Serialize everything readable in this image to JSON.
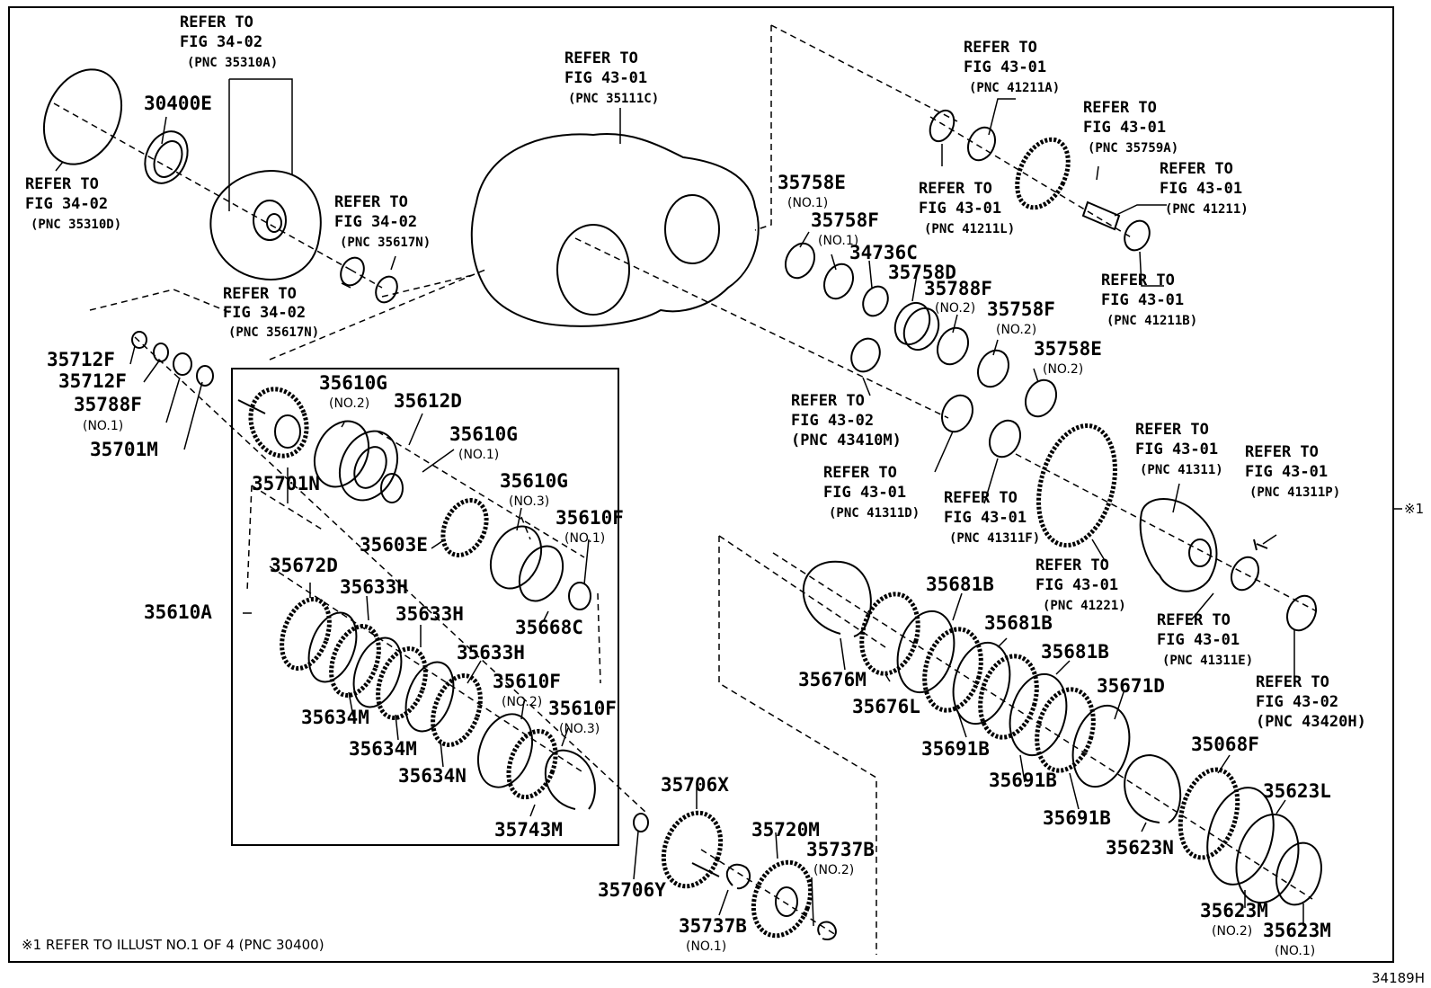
{
  "diagram_code": "34189H",
  "footnote": "※1 REFER TO ILLUST NO.1 OF 4 (PNC 30400)",
  "side_marker": "※1",
  "callouts": [
    {
      "id": "ref-35310a",
      "lines": [
        "REFER TO",
        "FIG 34-02",
        "(PNC 35310A)"
      ]
    },
    {
      "id": "ref-35310d",
      "lines": [
        "REFER TO",
        "FIG 34-02",
        "(PNC 35310D)"
      ]
    },
    {
      "id": "ref-35617n-a",
      "lines": [
        "REFER TO",
        "FIG 34-02",
        "(PNC 35617N)"
      ]
    },
    {
      "id": "ref-35617n-b",
      "lines": [
        "REFER TO",
        "FIG 34-02",
        "(PNC 35617N)"
      ]
    },
    {
      "id": "ref-35111c",
      "lines": [
        "REFER TO",
        "FIG 43-01",
        "(PNC 35111C)"
      ]
    },
    {
      "id": "ref-41211a",
      "lines": [
        "REFER TO",
        "FIG 43-01",
        "(PNC 41211A)"
      ]
    },
    {
      "id": "ref-35759a",
      "lines": [
        "REFER TO",
        "FIG 43-01",
        "(PNC 35759A)"
      ]
    },
    {
      "id": "ref-41211l",
      "lines": [
        "REFER TO",
        "FIG 43-01",
        "(PNC 41211L)"
      ]
    },
    {
      "id": "ref-41211",
      "lines": [
        "REFER TO",
        "FIG 43-01",
        "(PNC 41211)"
      ]
    },
    {
      "id": "ref-41211b",
      "lines": [
        "REFER TO",
        "FIG 43-01",
        "(PNC 41211B)"
      ]
    },
    {
      "id": "ref-43410m",
      "lines": [
        "REFER TO",
        "FIG 43-02",
        "(PNC 43410M)"
      ]
    },
    {
      "id": "ref-41311d",
      "lines": [
        "REFER TO",
        "FIG 43-01",
        "(PNC 41311D)"
      ]
    },
    {
      "id": "ref-41311f",
      "lines": [
        "REFER TO",
        "FIG 43-01",
        "(PNC 41311F)"
      ]
    },
    {
      "id": "ref-41311",
      "lines": [
        "REFER TO",
        "FIG 43-01",
        "(PNC 41311)"
      ]
    },
    {
      "id": "ref-41311p",
      "lines": [
        "REFER TO",
        "FIG 43-01",
        "(PNC 41311P)"
      ]
    },
    {
      "id": "ref-41221",
      "lines": [
        "REFER TO",
        "FIG 43-01",
        "(PNC 41221)"
      ]
    },
    {
      "id": "ref-41311e",
      "lines": [
        "REFER TO",
        "FIG 43-01",
        "(PNC 41311E)"
      ]
    },
    {
      "id": "ref-43420h",
      "lines": [
        "REFER TO",
        "FIG 43-02",
        "(PNC 43420H)"
      ]
    }
  ],
  "part_labels": [
    {
      "pn": "30400E",
      "no": ""
    },
    {
      "pn": "35712F",
      "no": ""
    },
    {
      "pn": "35712F",
      "no": ""
    },
    {
      "pn": "35788F",
      "no": "(NO.1)"
    },
    {
      "pn": "35701M",
      "no": ""
    },
    {
      "pn": "35701N",
      "no": ""
    },
    {
      "pn": "35610G",
      "no": "(NO.2)"
    },
    {
      "pn": "35612D",
      "no": ""
    },
    {
      "pn": "35610G",
      "no": "(NO.1)"
    },
    {
      "pn": "35610G",
      "no": "(NO.3)"
    },
    {
      "pn": "35603E",
      "no": ""
    },
    {
      "pn": "35610F",
      "no": "(NO.1)"
    },
    {
      "pn": "35668C",
      "no": ""
    },
    {
      "pn": "35610A",
      "no": ""
    },
    {
      "pn": "35672D",
      "no": ""
    },
    {
      "pn": "35633H",
      "no": ""
    },
    {
      "pn": "35633H",
      "no": ""
    },
    {
      "pn": "35633H",
      "no": ""
    },
    {
      "pn": "35634M",
      "no": ""
    },
    {
      "pn": "35634M",
      "no": ""
    },
    {
      "pn": "35634N",
      "no": ""
    },
    {
      "pn": "35610F",
      "no": "(NO.2)"
    },
    {
      "pn": "35610F",
      "no": "(NO.3)"
    },
    {
      "pn": "35743M",
      "no": ""
    },
    {
      "pn": "35706X",
      "no": ""
    },
    {
      "pn": "35706Y",
      "no": ""
    },
    {
      "pn": "35737B",
      "no": "(NO.1)"
    },
    {
      "pn": "35720M",
      "no": ""
    },
    {
      "pn": "35737B",
      "no": "(NO.2)"
    },
    {
      "pn": "35758E",
      "no": "(NO.1)"
    },
    {
      "pn": "35758F",
      "no": "(NO.1)"
    },
    {
      "pn": "34736C",
      "no": ""
    },
    {
      "pn": "35758D",
      "no": ""
    },
    {
      "pn": "35788F",
      "no": "(NO.2)"
    },
    {
      "pn": "35758F",
      "no": "(NO.2)"
    },
    {
      "pn": "35758E",
      "no": "(NO.2)"
    },
    {
      "pn": "35676M",
      "no": ""
    },
    {
      "pn": "35676L",
      "no": ""
    },
    {
      "pn": "35681B",
      "no": ""
    },
    {
      "pn": "35681B",
      "no": ""
    },
    {
      "pn": "35681B",
      "no": ""
    },
    {
      "pn": "35691B",
      "no": ""
    },
    {
      "pn": "35691B",
      "no": ""
    },
    {
      "pn": "35691B",
      "no": ""
    },
    {
      "pn": "35671D",
      "no": ""
    },
    {
      "pn": "35623N",
      "no": ""
    },
    {
      "pn": "35068F",
      "no": ""
    },
    {
      "pn": "35623L",
      "no": ""
    },
    {
      "pn": "35623M",
      "no": "(NO.2)"
    },
    {
      "pn": "35623M",
      "no": "(NO.1)"
    }
  ]
}
